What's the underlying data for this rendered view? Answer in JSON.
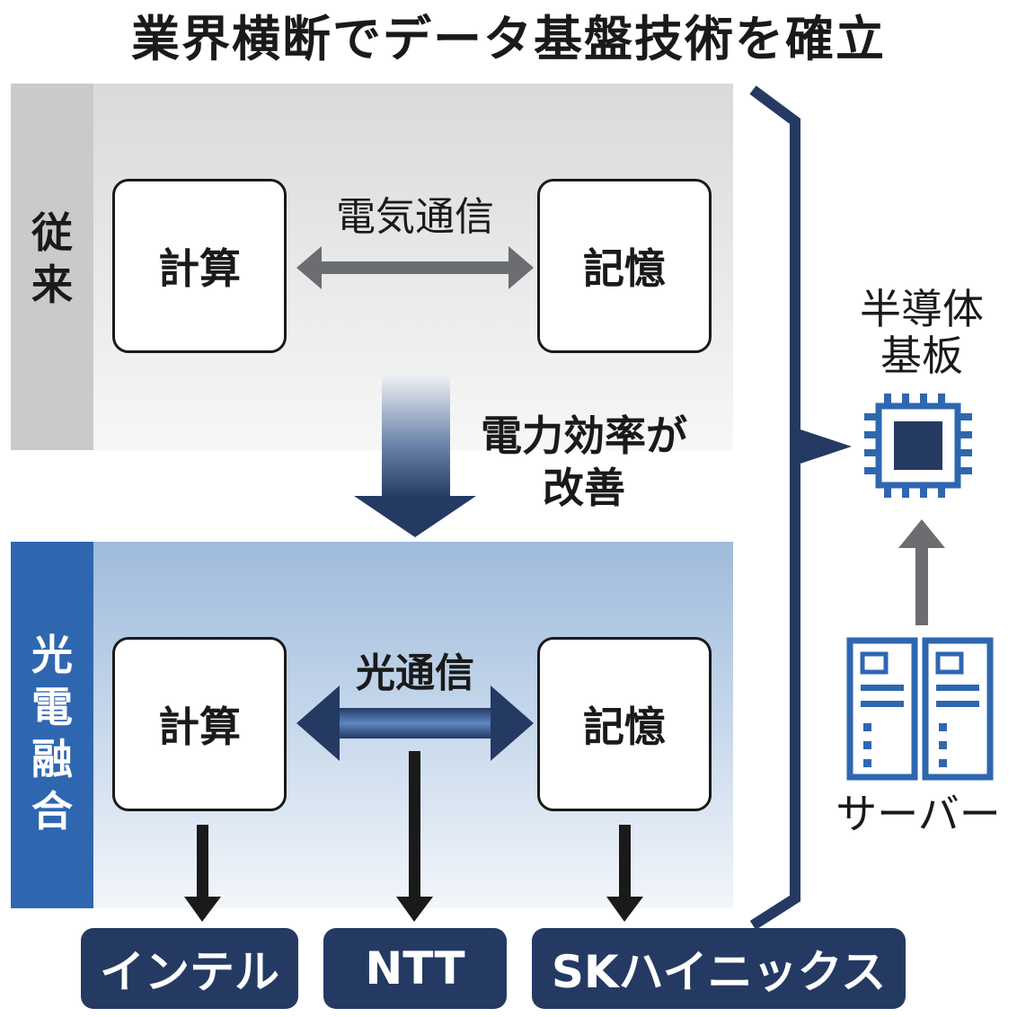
{
  "title": "業界横断でデータ基盤技術を確立",
  "conventional": {
    "label": "従来",
    "compute": "計算",
    "memory": "記憶",
    "link": "電気通信"
  },
  "improvement": "電力効率が改善",
  "photonic": {
    "label": "光電融合",
    "compute": "計算",
    "memory": "記憶",
    "link": "光通信"
  },
  "companies": [
    "インテル",
    "NTT",
    "SKハイニックス"
  ],
  "semiconductor_label": "半導体基板",
  "server_label": "サーバー",
  "colors": {
    "navy": "#243a63",
    "accent_blue": "#2e67b0",
    "grey_arrow": "#6b6d70"
  },
  "icons": [
    "chip-icon",
    "server-icon"
  ]
}
